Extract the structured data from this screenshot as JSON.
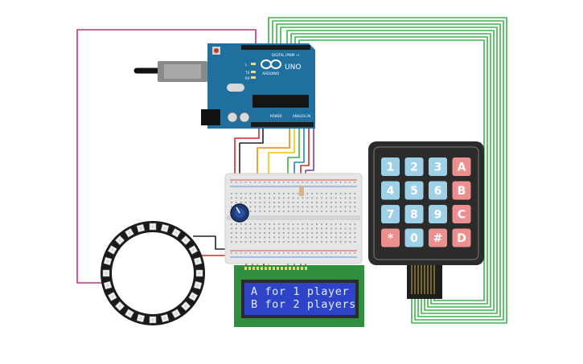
{
  "lcd": {
    "line1": "A for 1 player",
    "line2": "B for 2 players"
  },
  "arduino": {
    "logo_text": "ARDUINO",
    "model": "UNO",
    "digital_label": "DIGITAL (PWM ~)",
    "power_label": "POWER",
    "analog_label": "ANALOG IN",
    "tx_label": "TX",
    "rx_label": "RX",
    "l_label": "L"
  },
  "keypad": {
    "keys": [
      [
        "1",
        "2",
        "3",
        "A"
      ],
      [
        "4",
        "5",
        "6",
        "B"
      ],
      [
        "7",
        "8",
        "9",
        "C"
      ],
      [
        "*",
        "0",
        "#",
        "D"
      ]
    ]
  },
  "colors": {
    "arduino_board": "#1f6f9f",
    "breadboard": "#e6e6e6",
    "lcd_board": "#2f8f3f",
    "lcd_screen": "#2e44c8",
    "keypad_frame": "#2b2b2b",
    "key_digit": "#9ed0e8",
    "key_letter": "#ec8f8f",
    "wire_green": "#3cb44b",
    "wire_magenta": "#c2317f",
    "wire_red": "#d62728",
    "wire_black": "#222222",
    "wire_orange": "#f08c00",
    "wire_yellow": "#f2c500",
    "wire_blue": "#2c7fd6",
    "wire_purple": "#7b3fa0"
  },
  "icons": [
    "arduino-infinity-logo",
    "potentiometer-knob",
    "neopixel-ring"
  ]
}
